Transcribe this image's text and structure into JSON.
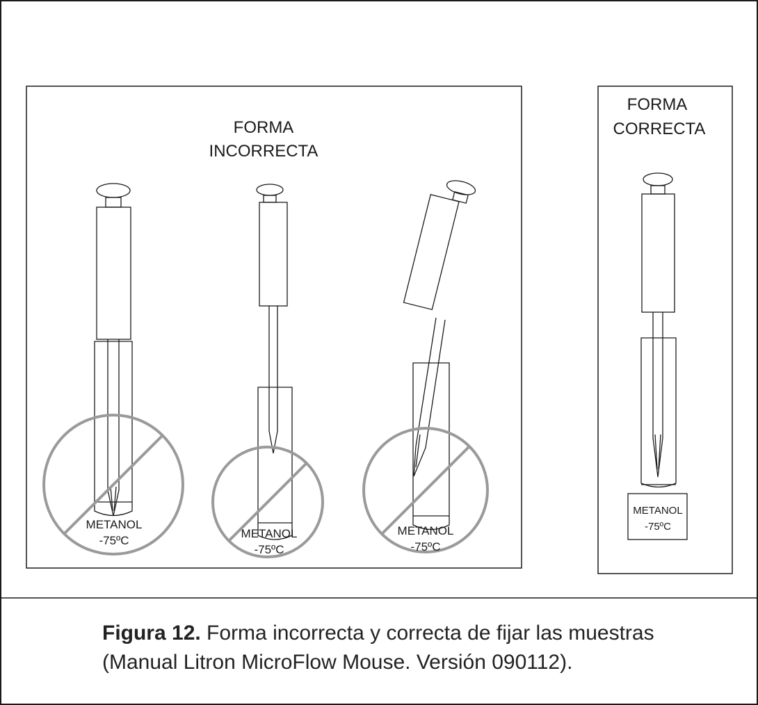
{
  "figure": {
    "panel_incorrect": {
      "title_line1": "FORMA",
      "title_line2": "INCORRECTA"
    },
    "panel_correct": {
      "title_line1": "FORMA",
      "title_line2": "CORRECTA"
    },
    "tube_label_line1": "METANOL",
    "tube_label_line2": "-75ºC"
  },
  "caption": {
    "label": "Figura 12.",
    "line1": " Forma incorrecta y correcta de fijar las muestras",
    "line2": "(Manual Litron MicroFlow Mouse. Versión 090112)."
  },
  "colors": {
    "line": "#1a1a1a",
    "prohibition": "#9a9a9a"
  }
}
